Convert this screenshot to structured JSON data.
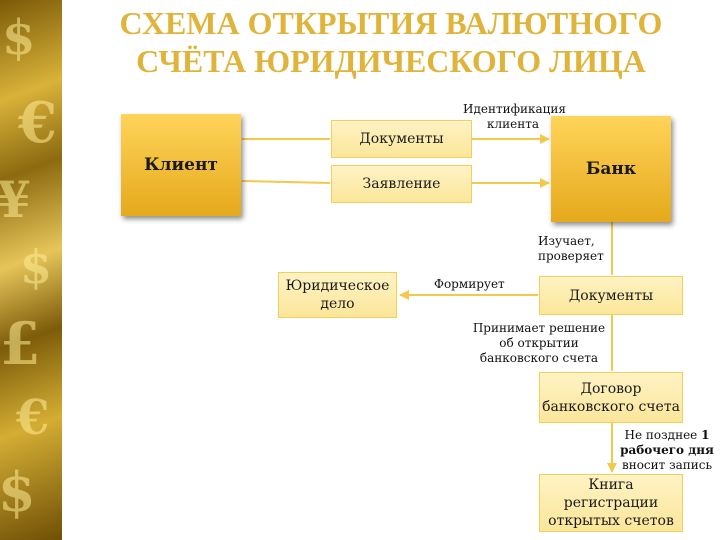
{
  "title": "СХЕМА ОТКРЫТИЯ ВАЛЮТНОГО СЧЁТА ЮРИДИЧЕСКОГО ЛИЦА",
  "nodes": {
    "client": "Клиент",
    "bank": "Банк",
    "documents_in": "Документы",
    "application": "Заявление",
    "documents_bank": "Документы",
    "legal_file": "Юридическое дело",
    "contract": "Договор банковского счета",
    "registry": "Книга регистрации открытых счетов"
  },
  "labels": {
    "identification": "Идентификация клиента",
    "studies": "Изучает, проверяет",
    "forms": "Формирует",
    "decision": "Принимает решение об открытии банковского счета",
    "deadline_pre": "Не позднее ",
    "deadline_bold": "1 рабочего дня",
    "deadline_post": " вносит запись"
  },
  "colors": {
    "title": "#e0b43a",
    "arrow": "#f2c94c",
    "box_fill": "#fbe69a",
    "big_fill": "#e5a91c"
  }
}
